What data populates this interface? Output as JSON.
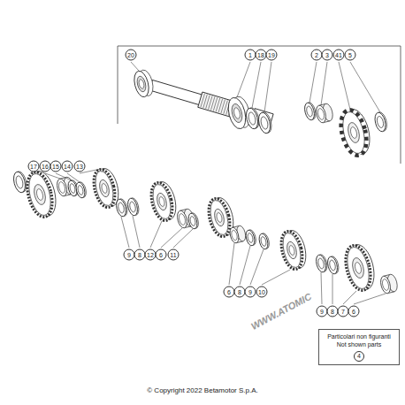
{
  "diagram": {
    "nodes": [
      {
        "text": [
          "Particolari non figuranti",
          "Not shown parts",
          "4"
        ]
      }
    ],
    "labels": [
      "20",
      "1",
      "18",
      "19",
      "2",
      "3",
      "41",
      "5",
      "17",
      "16",
      "15",
      "14",
      "13",
      "9",
      "8",
      "12",
      "6",
      "11",
      "6",
      "8",
      "9",
      "10",
      "9",
      "8",
      "7",
      "6",
      "© Copyright 2022 Betamotor S.p.A.",
      "WWW.ATOMIC"
    ]
  }
}
